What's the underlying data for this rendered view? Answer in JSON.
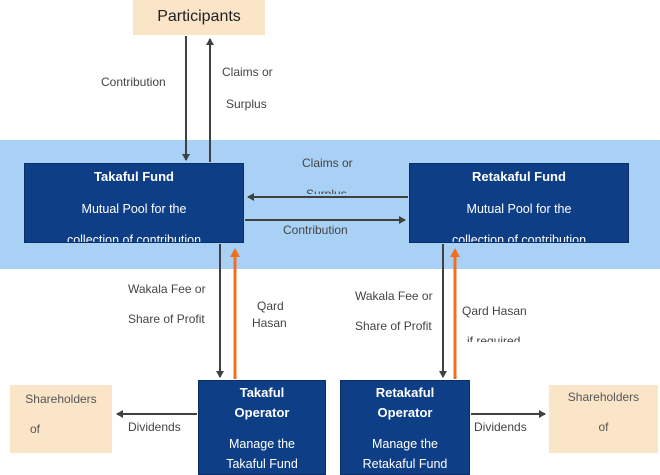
{
  "participants": {
    "label": "Participants"
  },
  "takaful_fund": {
    "title": "Takaful Fund",
    "line1": "Mutual Pool for the",
    "line2": "collection of contribution"
  },
  "retakaful_fund": {
    "title": "Retakaful Fund",
    "line1": "Mutual Pool for the",
    "line2": "collection of contribution"
  },
  "takaful_operator": {
    "title1": "Takaful",
    "title2": "Operator",
    "line1": "Manage the",
    "line2": "Takaful Fund"
  },
  "retakaful_operator": {
    "title1": "Retakaful",
    "title2": "Operator",
    "line1": "Manage the",
    "line2": "Retakaful Fund"
  },
  "shareholders_left": {
    "line1": "Shareholders",
    "line2": "of"
  },
  "shareholders_right": {
    "line1": "Shareholders",
    "line2": "of"
  },
  "labels": {
    "contribution_top": "Contribution",
    "claims_or_1": "Claims or",
    "surplus": "Surplus",
    "claims_or_2": "Claims or",
    "claims_partial": "Surplus",
    "contribution_mid": "Contribution",
    "wakala_1a": "Wakala Fee or",
    "wakala_1b": "Share of Profit",
    "qard_1a": "Qard",
    "qard_1b": "Hasan",
    "wakala_2a": "Wakala Fee or",
    "wakala_2b": "Share of Profit",
    "qard_2a": "Qard Hasan",
    "qard_2b": "if required",
    "dividends_left": "Dividends",
    "dividends_right": "Dividends"
  },
  "colors": {
    "band": "#a9d1f5",
    "box": "#0e3f86",
    "peach": "#fbe5c8",
    "arrow": "#404040",
    "qard_arrow": "#f07020"
  }
}
